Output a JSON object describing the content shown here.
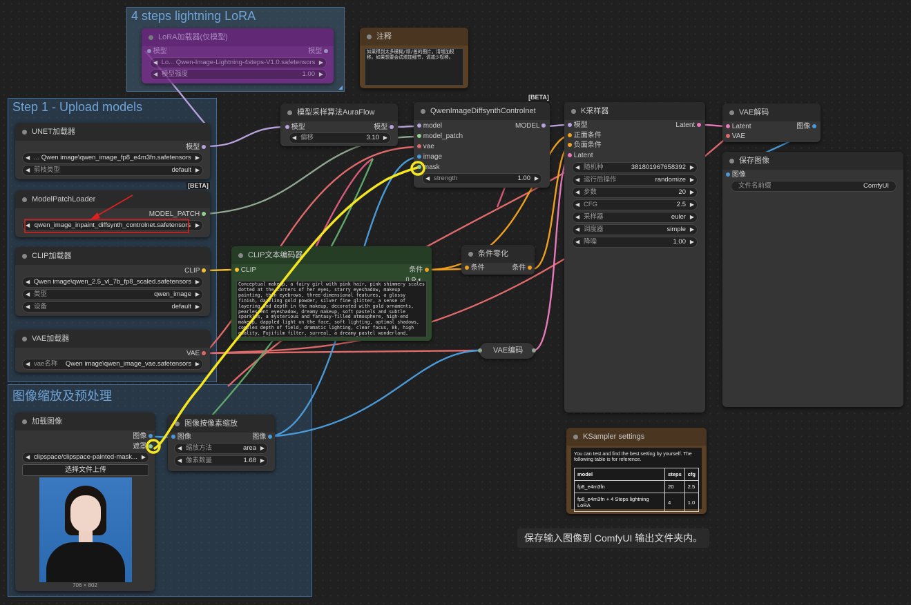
{
  "colors": {
    "accent_yellow": "#f5e61f",
    "lora_group": "#4a6e8f",
    "upload_group": "#3d6c9c",
    "clip_node": "#2d4a2d",
    "note_node": "#5a4025"
  },
  "groups": {
    "lora": "4 steps lightning LoRA",
    "upload": "Step 1 - Upload models",
    "preprocess": "图像缩放及预处理"
  },
  "lora_loader": {
    "title": "LoRA加载器(仅模型)",
    "input_label": "模型",
    "output_label": "模型",
    "lora_name": "Lo... Qwen-Image-Lightning-4steps-V1.0.safetensors",
    "strength_label": "模型强度",
    "strength": "1.00"
  },
  "note": {
    "title": "注释",
    "text": "如果得到太多模糊/顽/差的图片，请增加权移。如果想要会试增加细节，请减少权移。"
  },
  "unet": {
    "title": "UNET加载器",
    "output_label": "模型",
    "model_name": "... Qwen image\\qwen_image_fp8_e4m3fn.safetensors",
    "dtype_label": "剪枝类型",
    "dtype": "default"
  },
  "patch_loader": {
    "badge": "[BETA]",
    "title": "ModelPatchLoader",
    "output_label": "MODEL_PATCH",
    "patch_name": "qwen_image_inpaint_diffsynth_controlnet.safetensors"
  },
  "clip_loader": {
    "title": "CLIP加载器",
    "output_label": "CLIP",
    "clip_name": "Qwen image\\qwen_2.5_vl_7b_fp8_scaled.safetensors",
    "type_label": "类型",
    "type": "qwen_image",
    "device_label": "设备",
    "device": "default"
  },
  "vae_loader": {
    "title": "VAE加载器",
    "output_label": "VAE",
    "vae_label": "vae名称",
    "vae_name": "Qwen image\\qwen_image_vae.safetensors"
  },
  "aura": {
    "title": "模型采样算法AuraFlow",
    "input_label": "模型",
    "output_label": "模型",
    "shift_label": "偏移",
    "shift": "3.10"
  },
  "controlnet": {
    "badge": "[BETA]",
    "title": "QwenImageDiffsynthControlnet",
    "inputs": [
      "model",
      "model_patch",
      "vae",
      "image",
      "mask"
    ],
    "output_label": "MODEL",
    "strength_label": "strength",
    "strength": "1.00"
  },
  "ksampler": {
    "title": "K采样器",
    "inputs": [
      "模型",
      "正面条件",
      "负面条件",
      "Latent"
    ],
    "output_label": "Latent",
    "seed_label": "随机种",
    "seed": "381801967658392",
    "control_label": "运行后操作",
    "control": "randomize",
    "steps_label": "步数",
    "steps": "20",
    "cfg_label": "CFG",
    "cfg": "2.5",
    "sampler_label": "采样器",
    "sampler": "euler",
    "scheduler_label": "调度器",
    "scheduler": "simple",
    "denoise_label": "降噪",
    "denoise": "1.00"
  },
  "vae_decode": {
    "title": "VAE解码",
    "inputs": [
      "Latent",
      "VAE"
    ],
    "output_label": "图像"
  },
  "save_image": {
    "title": "保存图像",
    "input_label": "图像",
    "prefix_label": "文件名前缀",
    "prefix": "ComfyUI"
  },
  "clip_text": {
    "title": "CLIP文本编码器",
    "input_label": "CLIP",
    "output_label": "条件",
    "prompt": "Conceptual makeup, a fairy girl with pink hair, pink shimmery scales dotted at the corners of her eyes, starry eyeshadow, makeup painting, thin eyebrows, three-dimensional features, a glossy finish, dazzling gold powder, silver fine glitter, a sense of layering and depth in the makeup, decorated with gold ornaments, pearlescent eyeshadow, dreamy makeup, soft pastels and subtle sparkles, a mysterious and fantasy-filled atmosphere, high-end makeup, dappled light on the face, soft lighting, optimal shadows, complex depth of field, dramatic lighting, clear focus, 8k, high quality, Fujifilm filter, surreal, a dreamy pastel wonderland, bright colors, a stage with background, realistic",
    "counter": "0"
  },
  "cond_zero": {
    "title": "条件零化",
    "input_label": "条件",
    "output_label": "条件"
  },
  "vae_encode": {
    "title": "VAE编码"
  },
  "load_image": {
    "title": "加载图像",
    "outputs": [
      "图像",
      "遮罩"
    ],
    "file": "clipspace/clipspace-painted-mask...",
    "upload_label": "选择文件上传",
    "dims": "706 × 802"
  },
  "image_scale": {
    "title": "图像按像素缩放",
    "input_label": "图像",
    "output_label": "图像",
    "method_label": "缩放方法",
    "method": "area",
    "mp_label": "像素数量",
    "mp": "1.68"
  },
  "ksampler_note": {
    "title": "KSampler settings",
    "text": "You can test and find the best setting by yourself. The following table is for reference.",
    "headers": [
      "model",
      "steps",
      "cfg"
    ],
    "rows": [
      [
        "fp8_e4m3fn",
        "20",
        "2.5"
      ],
      [
        "fp8_e4m3fn + 4 Steps lightning LoRA",
        "4",
        "1.0"
      ]
    ]
  },
  "toast": "保存输入图像到 ComfyUI 输出文件夹内。"
}
